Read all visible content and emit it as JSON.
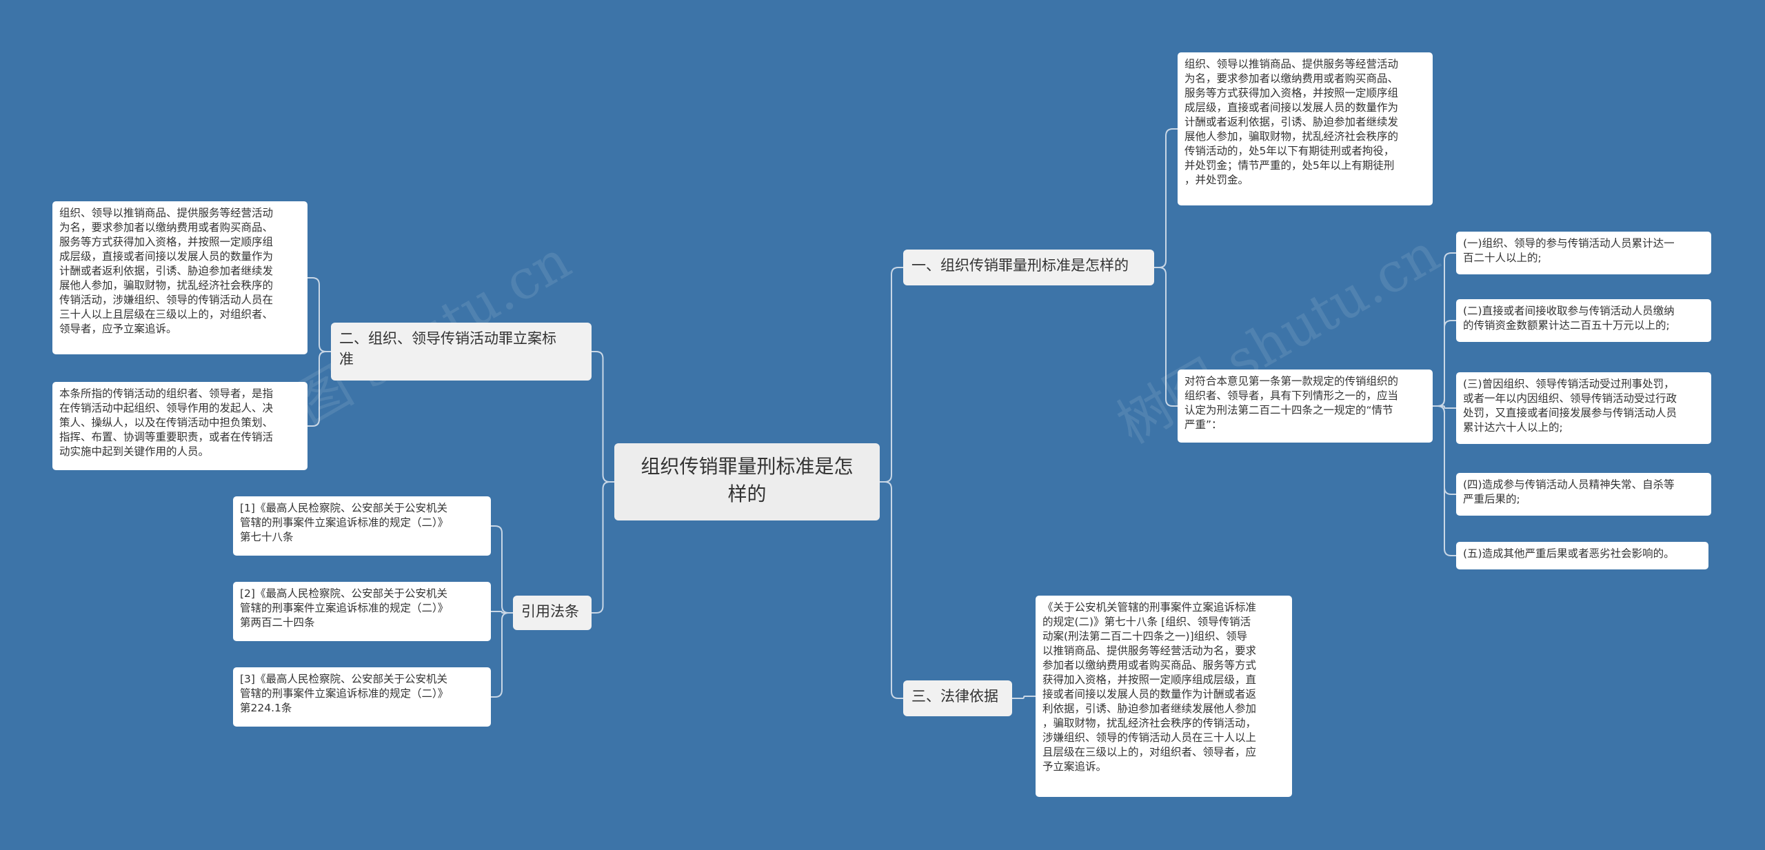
{
  "root": {
    "text": "组织传销罪量刑标准是怎\n样的"
  },
  "branches": {
    "b1": "一、组织传销罪量刑标准是怎样的",
    "b2": "二、组织、领导传销活动罪立案标\n准",
    "b3": "三、法律依据",
    "b4": "引用法条"
  },
  "leaves": {
    "b1_l1": "组织、领导以推销商品、提供服务等经营活动\n为名，要求参加者以缴纳费用或者购买商品、\n服务等方式获得加入资格，并按照一定顺序组\n成层级，直接或者间接以发展人员的数量作为\n计酬或者返利依据，引诱、胁迫参加者继续发\n展他人参加，骗取财物，扰乱经济社会秩序的\n传销活动的，处5年以下有期徒刑或者拘役，\n并处罚金；情节严重的，处5年以上有期徒刑\n，并处罚金。",
    "b1_l2": "对符合本意见第一条第一款规定的传销组织的\n组织者、领导者，具有下列情形之一的，应当\n认定为刑法第二百二十四条之一规定的“情节\n严重”：",
    "b1_l2_s1": "(一)组织、领导的参与传销活动人员累计达一\n百二十人以上的;",
    "b1_l2_s2": "(二)直接或者间接收取参与传销活动人员缴纳\n的传销资金数额累计达二百五十万元以上的;",
    "b1_l2_s3": "(三)曾因组织、领导传销活动受过刑事处罚，\n或者一年以内因组织、领导传销活动受过行政\n处罚，又直接或者间接发展参与传销活动人员\n累计达六十人以上的;",
    "b1_l2_s4": "(四)造成参与传销活动人员精神失常、自杀等\n严重后果的;",
    "b1_l2_s5": "(五)造成其他严重后果或者恶劣社会影响的。",
    "b2_l1": "组织、领导以推销商品、提供服务等经营活动\n为名，要求参加者以缴纳费用或者购买商品、\n服务等方式获得加入资格，并按照一定顺序组\n成层级，直接或者间接以发展人员的数量作为\n计酬或者返利依据，引诱、胁迫参加者继续发\n展他人参加，骗取财物，扰乱经济社会秩序的\n传销活动，涉嫌组织、领导的传销活动人员在\n三十人以上且层级在三级以上的，对组织者、\n领导者，应予立案追诉。",
    "b2_l2": "本条所指的传销活动的组织者、领导者，是指\n在传销活动中起组织、领导作用的发起人、决\n策人、操纵人，以及在传销活动中担负策划、\n指挥、布置、协调等重要职责，或者在传销活\n动实施中起到关键作用的人员。",
    "b3_l1": "《关于公安机关管辖的刑事案件立案追诉标准\n的规定(二)》第七十八条 [组织、领导传销活\n动案(刑法第二百二十四条之一)]组织、领导\n以推销商品、提供服务等经营活动为名，要求\n参加者以缴纳费用或者购买商品、服务等方式\n获得加入资格，并按照一定顺序组成层级，直\n接或者间接以发展人员的数量作为计酬或者返\n利依据，引诱、胁迫参加者继续发展他人参加\n，骗取财物，扰乱经济社会秩序的传销活动，\n涉嫌组织、领导的传销活动人员在三十人以上\n且层级在三级以上的，对组织者、领导者，应\n予立案追诉。",
    "b4_l1": "[1]《最高人民检察院、公安部关于公安机关\n管辖的刑事案件立案追诉标准的规定（二）》\n 第七十八条",
    "b4_l2": "[2]《最高人民检察院、公安部关于公安机关\n管辖的刑事案件立案追诉标准的规定（二）》\n 第两百二十四条",
    "b4_l3": "[3]《最高人民检察院、公安部关于公安机关\n管辖的刑事案件立案追诉标准的规定（二）》\n 第224.1条"
  },
  "watermarks": [
    "树图 shutu.cn",
    "树图 shutu.cn"
  ],
  "colors": {
    "background": "#3d74a8",
    "line": "#c9d7e6",
    "node": "#f1f1f1"
  }
}
